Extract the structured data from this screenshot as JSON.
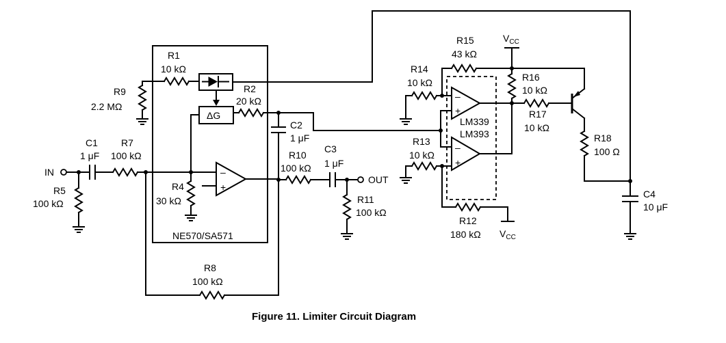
{
  "caption": "Figure 11. Limiter Circuit Diagram",
  "ic": {
    "name": "NE570/SA571",
    "gain_cell": "ΔG"
  },
  "comparator": {
    "line1": "LM339",
    "line2": "LM393"
  },
  "terminals": {
    "in": "IN",
    "out": "OUT"
  },
  "supply": {
    "vcc_top": "V",
    "vcc_top_sub": "CC",
    "vcc_bottom": "V",
    "vcc_bottom_sub": "CC"
  },
  "components": {
    "r1": {
      "ref": "R1",
      "value": "10 kΩ"
    },
    "r2": {
      "ref": "R2",
      "value": "20 kΩ"
    },
    "r4": {
      "ref": "R4",
      "value": "30 kΩ"
    },
    "r5": {
      "ref": "R5",
      "value": "100 kΩ"
    },
    "r7": {
      "ref": "R7",
      "value": "100 kΩ"
    },
    "r8": {
      "ref": "R8",
      "value": "100 kΩ"
    },
    "r9": {
      "ref": "R9",
      "value": "2.2 MΩ"
    },
    "r10": {
      "ref": "R10",
      "value": "100 kΩ"
    },
    "r11": {
      "ref": "R11",
      "value": "100 kΩ"
    },
    "r12": {
      "ref": "R12",
      "value": "180 kΩ"
    },
    "r13": {
      "ref": "R13",
      "value": "10 kΩ"
    },
    "r14": {
      "ref": "R14",
      "value": "10 kΩ"
    },
    "r15": {
      "ref": "R15",
      "value": "43 kΩ"
    },
    "r16": {
      "ref": "R16",
      "value": "10 kΩ"
    },
    "r17": {
      "ref": "R17",
      "value": "10 kΩ"
    },
    "r18": {
      "ref": "R18",
      "value": "100 Ω"
    },
    "c1": {
      "ref": "C1",
      "value": "1 μF"
    },
    "c2": {
      "ref": "C2",
      "value": "1 μF"
    },
    "c3": {
      "ref": "C3",
      "value": "1 μF"
    },
    "c4": {
      "ref": "C4",
      "value": "10 μF"
    }
  },
  "opamp_pins": {
    "minus": "–",
    "plus": "+"
  }
}
